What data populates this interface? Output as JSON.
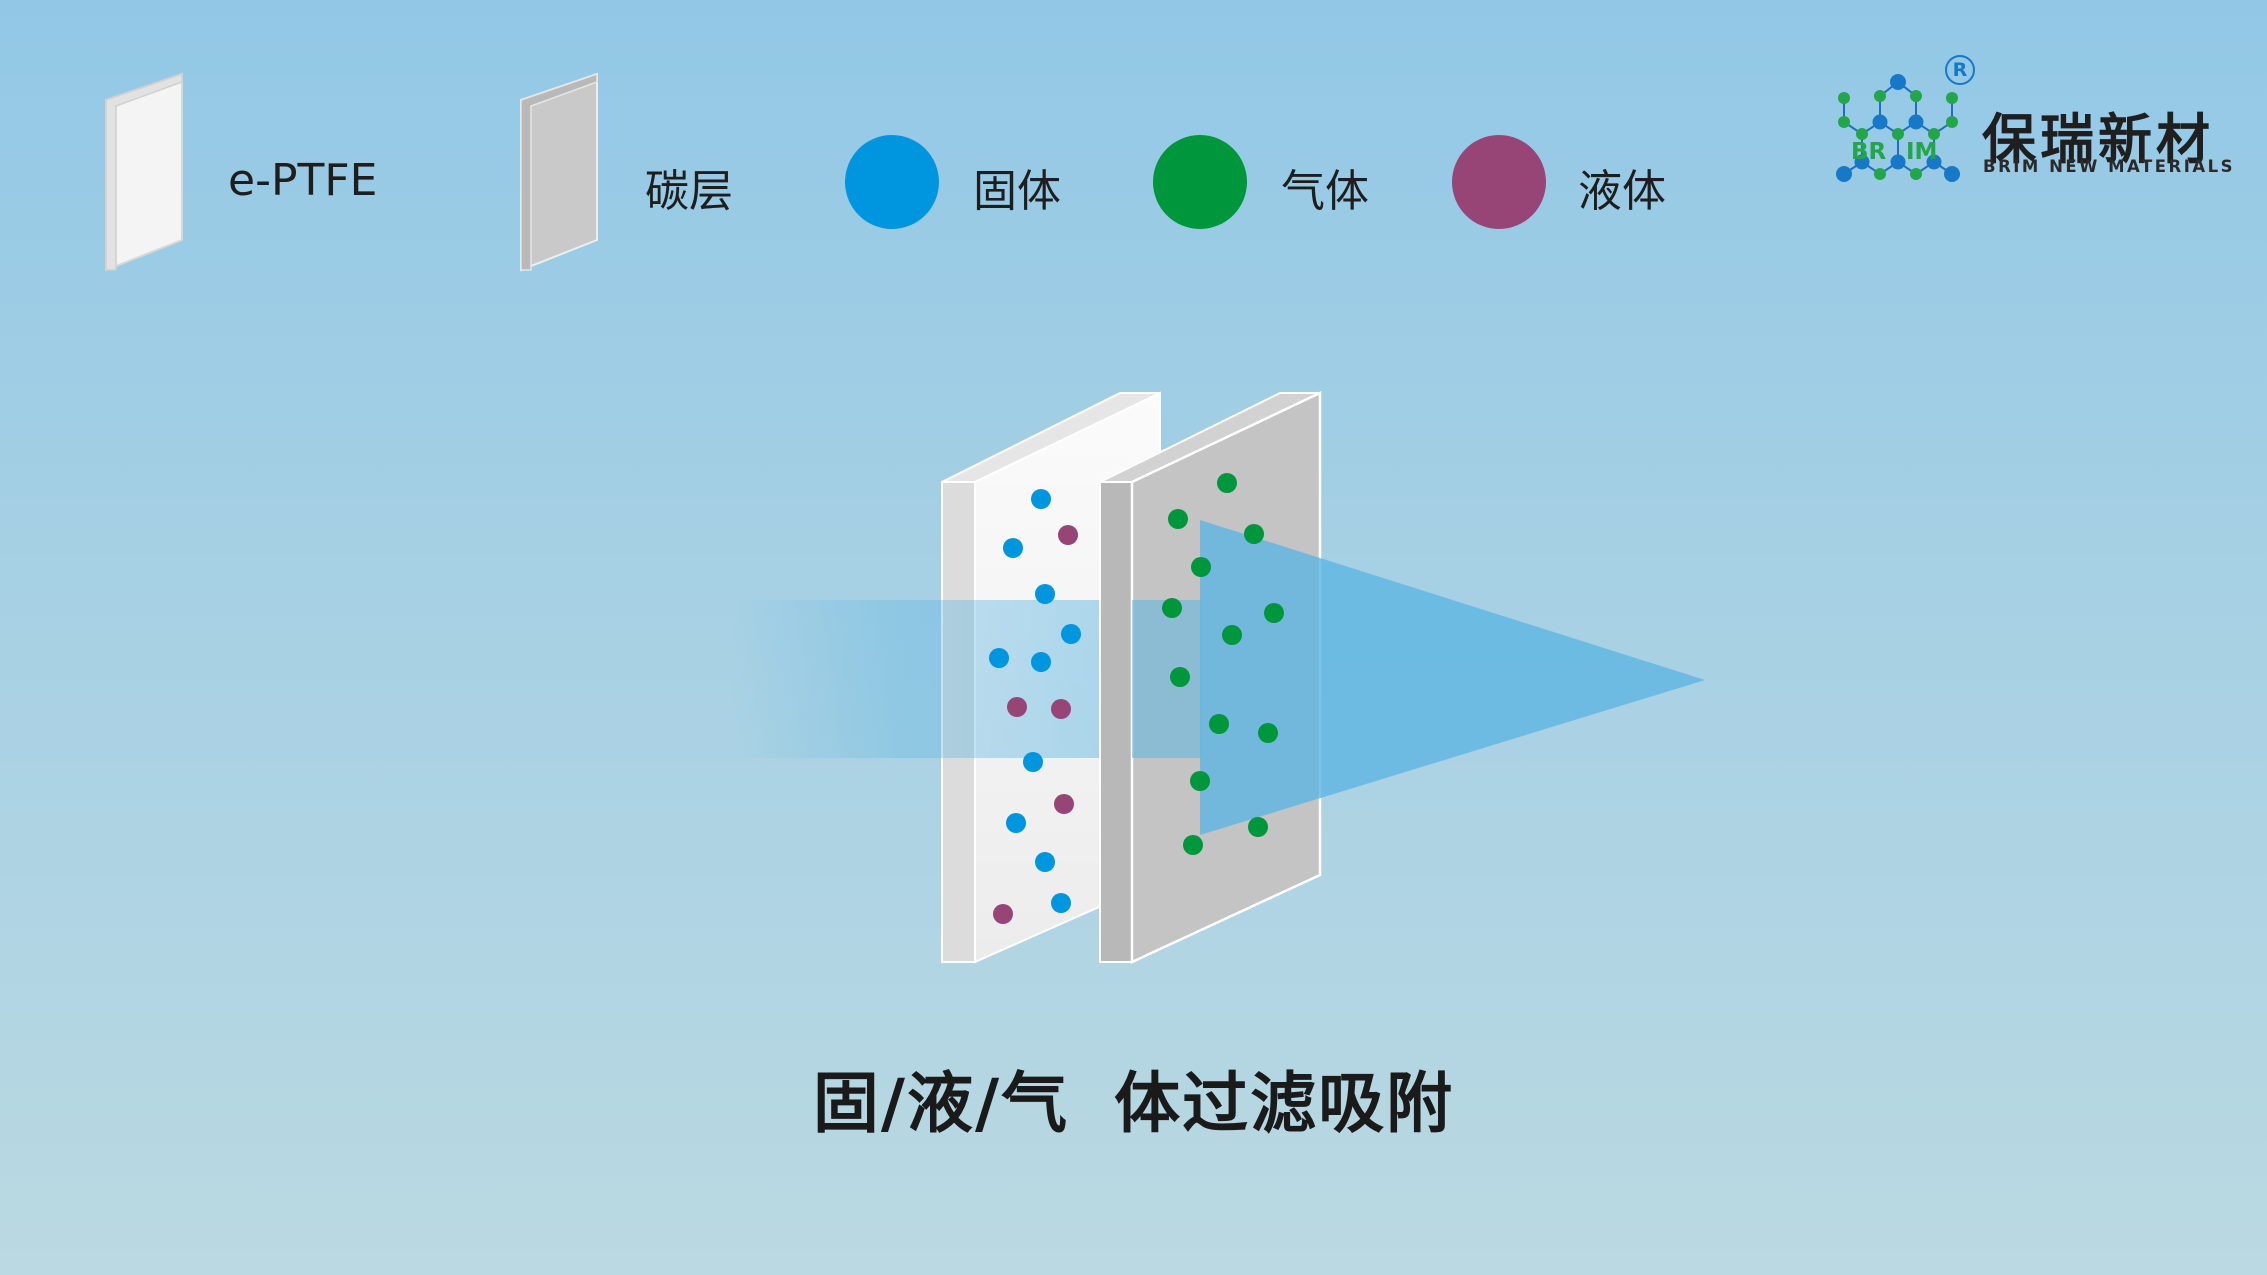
{
  "legend": {
    "eptfe_label": "e-PTFE",
    "carbon_label": "碳层",
    "solid_label": "固体",
    "gas_label": "气体",
    "liquid_label": "液体",
    "solid_color": "#0096df",
    "gas_color": "#00963c",
    "liquid_color": "#974577"
  },
  "brand": {
    "name": "保瑞新材",
    "subtitle": "BRIM NEW MATERIALS",
    "logo_letters_left": "BR",
    "logo_letters_right": "IM",
    "registered_mark": "R"
  },
  "caption": "固/液/气 体过滤吸附",
  "colors": {
    "flow_arrow": "#5fb6e2",
    "eptfe_panel": "#f3f3f3",
    "carbon_panel": "#c4c4c4"
  }
}
